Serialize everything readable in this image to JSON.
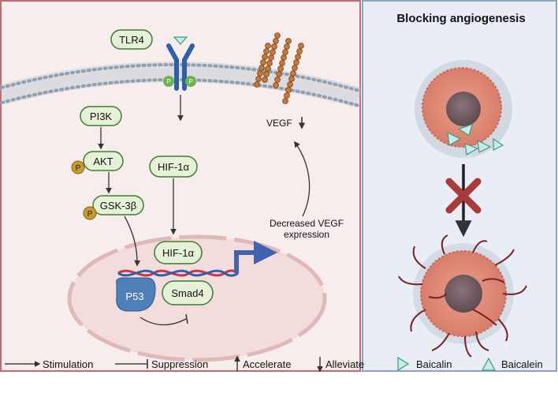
{
  "right_panel": {
    "title": "Blocking  angiogenesis"
  },
  "receptor": {
    "label": "TLR4",
    "phospho": "P"
  },
  "vegf": {
    "label": "VEGF",
    "note_line1": "Decreased VEGF",
    "note_line2": "expression"
  },
  "pathway": {
    "pi3k": "PI3K",
    "akt": "AKT",
    "gsk": "GSK-3β",
    "hif_cyto": "HIF-1α",
    "hif_nuc": "HIF-1α",
    "p53": "P53",
    "smad4": "Smad4",
    "phospho": "P"
  },
  "legend": {
    "stimulation": "Stimulation",
    "suppression": "Suppression",
    "accelerate": "Accelerate",
    "alleviate": "Alleviate",
    "baicalin": "Baicalin",
    "baicalein": "Baicalein"
  },
  "colors": {
    "left_border": "#c46a72",
    "right_border": "#8aa3c8",
    "left_bg": "#f7eded",
    "right_bg": "#e9eef6",
    "protein_fill": "#e6f2d8",
    "protein_stroke": "#3f7a34",
    "phospho": "#c99a2e",
    "receptor": "#2f5fa8",
    "vegf_chain": "#c77a3a",
    "p53": "#4f7fb8",
    "dna_red": "#c8334a",
    "dna_blue": "#2f5fa8",
    "block_x": "#a83a3a"
  }
}
